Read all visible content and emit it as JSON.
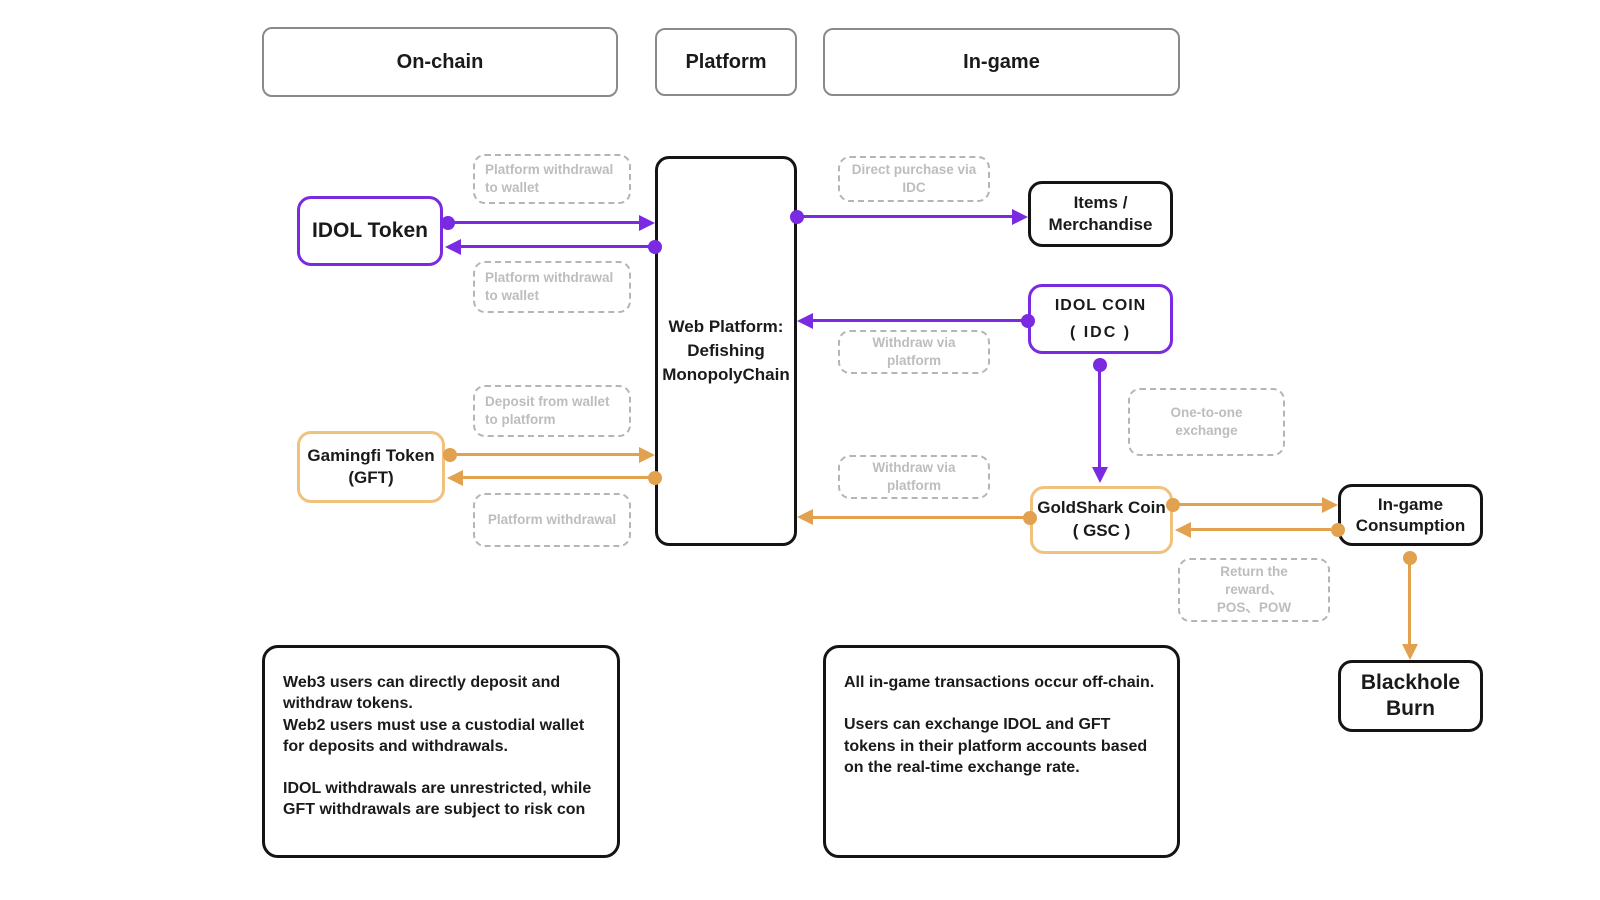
{
  "colors": {
    "purple": "#7a2be2",
    "orange": "#e2a14f",
    "orange_border": "#f0c27c",
    "black_border": "#141414",
    "header_border": "#8a8a8a",
    "dashed_border": "#b5b5b5",
    "dashed_text": "#bdbdbd"
  },
  "headers": {
    "on_chain": "On-chain",
    "platform": "Platform",
    "in_game": "In-game"
  },
  "nodes": {
    "idol_token": {
      "label": "IDOL Token"
    },
    "gamingfi_token": {
      "line1": "Gamingfi Token",
      "line2": "(GFT)"
    },
    "web_platform": {
      "line1": "Web Platform:",
      "line2": "Defishing",
      "line3": "MonopolyChain"
    },
    "items_merchandise": {
      "line1": "Items /",
      "line2": "Merchandise"
    },
    "idol_coin": {
      "line1": "IDOL COIN",
      "line2": "( IDC )"
    },
    "goldshark_coin": {
      "line1": "GoldShark Coin",
      "line2": "( GSC )"
    },
    "in_game_consumption": {
      "line1": "In-game",
      "line2": "Consumption"
    },
    "blackhole_burn": {
      "line1": "Blackhole",
      "line2": "Burn"
    }
  },
  "edge_labels": {
    "platform_withdrawal_to_wallet_top": "Platform withdrawal to wallet",
    "platform_withdrawal_to_wallet_bottom": "Platform withdrawal to wallet",
    "deposit_from_wallet_to_platform": "Deposit from wallet to platform",
    "platform_withdrawal": "Platform withdrawal",
    "direct_purchase_via_idc": "Direct purchase via IDC",
    "withdraw_via_platform_upper": "Withdraw via platform",
    "withdraw_via_platform_lower": "Withdraw via platform",
    "one_to_one_exchange": "One-to-one exchange",
    "return_reward_line1": "Return the reward、",
    "return_reward_line2": "POS、POW"
  },
  "notes": {
    "left": {
      "p1": "Web3 users can directly deposit and withdraw tokens.",
      "p2": "Web2 users must use a custodial wallet for deposits and withdrawals.",
      "p3": "IDOL withdrawals are unrestricted, while GFT withdrawals are subject to risk con"
    },
    "right": {
      "p1": "All in-game transactions occur off-chain.",
      "p2": "Users can exchange IDOL and GFT tokens in their platform accounts based on the real-time exchange rate."
    }
  }
}
